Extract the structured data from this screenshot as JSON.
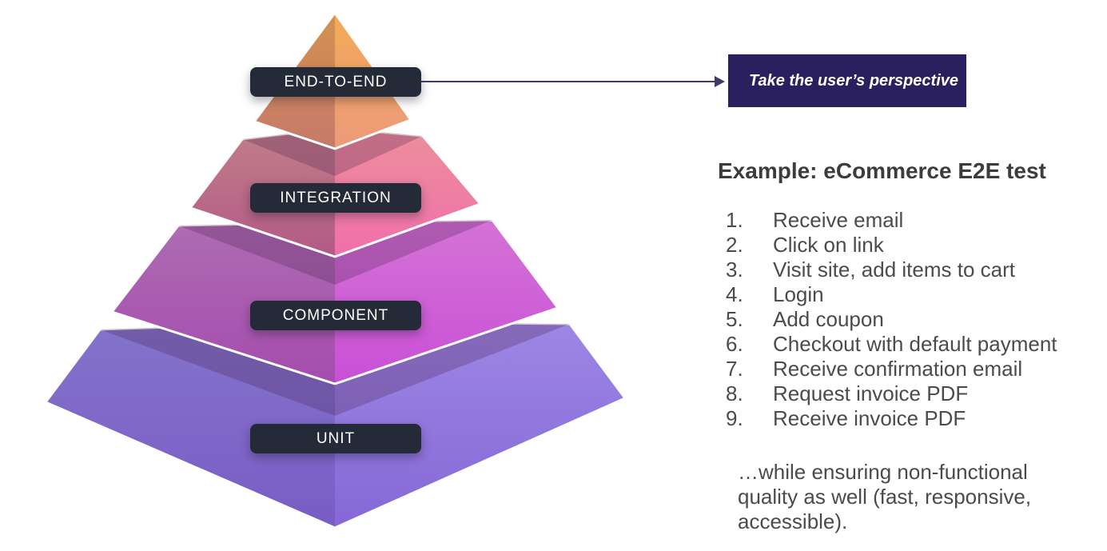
{
  "diagram": {
    "levels": [
      {
        "id": "end-to-end",
        "label": "END-TO-END",
        "color_left": "#d3924f",
        "color_right": "#f2ab56"
      },
      {
        "id": "integration",
        "label": "INTEGRATION",
        "color_left": "#c27e88",
        "color_right": "#f06fac"
      },
      {
        "id": "component",
        "label": "COMPONENT",
        "color_left": "#ae6cb2",
        "color_right": "#c94fd6"
      },
      {
        "id": "unit",
        "label": "UNIT",
        "color_left": "#8374cc",
        "color_right": "#9d87e4"
      }
    ],
    "label_bg": "#242a38",
    "label_text_color": "#ffffff"
  },
  "callout": {
    "text": "Take the user’s perspective",
    "bg": "#2a2060",
    "arrow_color": "#3f3a68"
  },
  "example": {
    "heading": "Example: eCommerce E2E test",
    "steps": [
      "Receive email",
      "Click on link",
      "Visit site, add items to cart",
      "Login",
      "Add coupon",
      "Checkout with default payment",
      "Receive confirmation email",
      "Request invoice PDF",
      "Receive invoice PDF"
    ],
    "note": "…while ensuring non-functional quality as well (fast, responsive, accessible).",
    "heading_color": "#3c3c3c",
    "body_color": "#4b4b4b"
  }
}
